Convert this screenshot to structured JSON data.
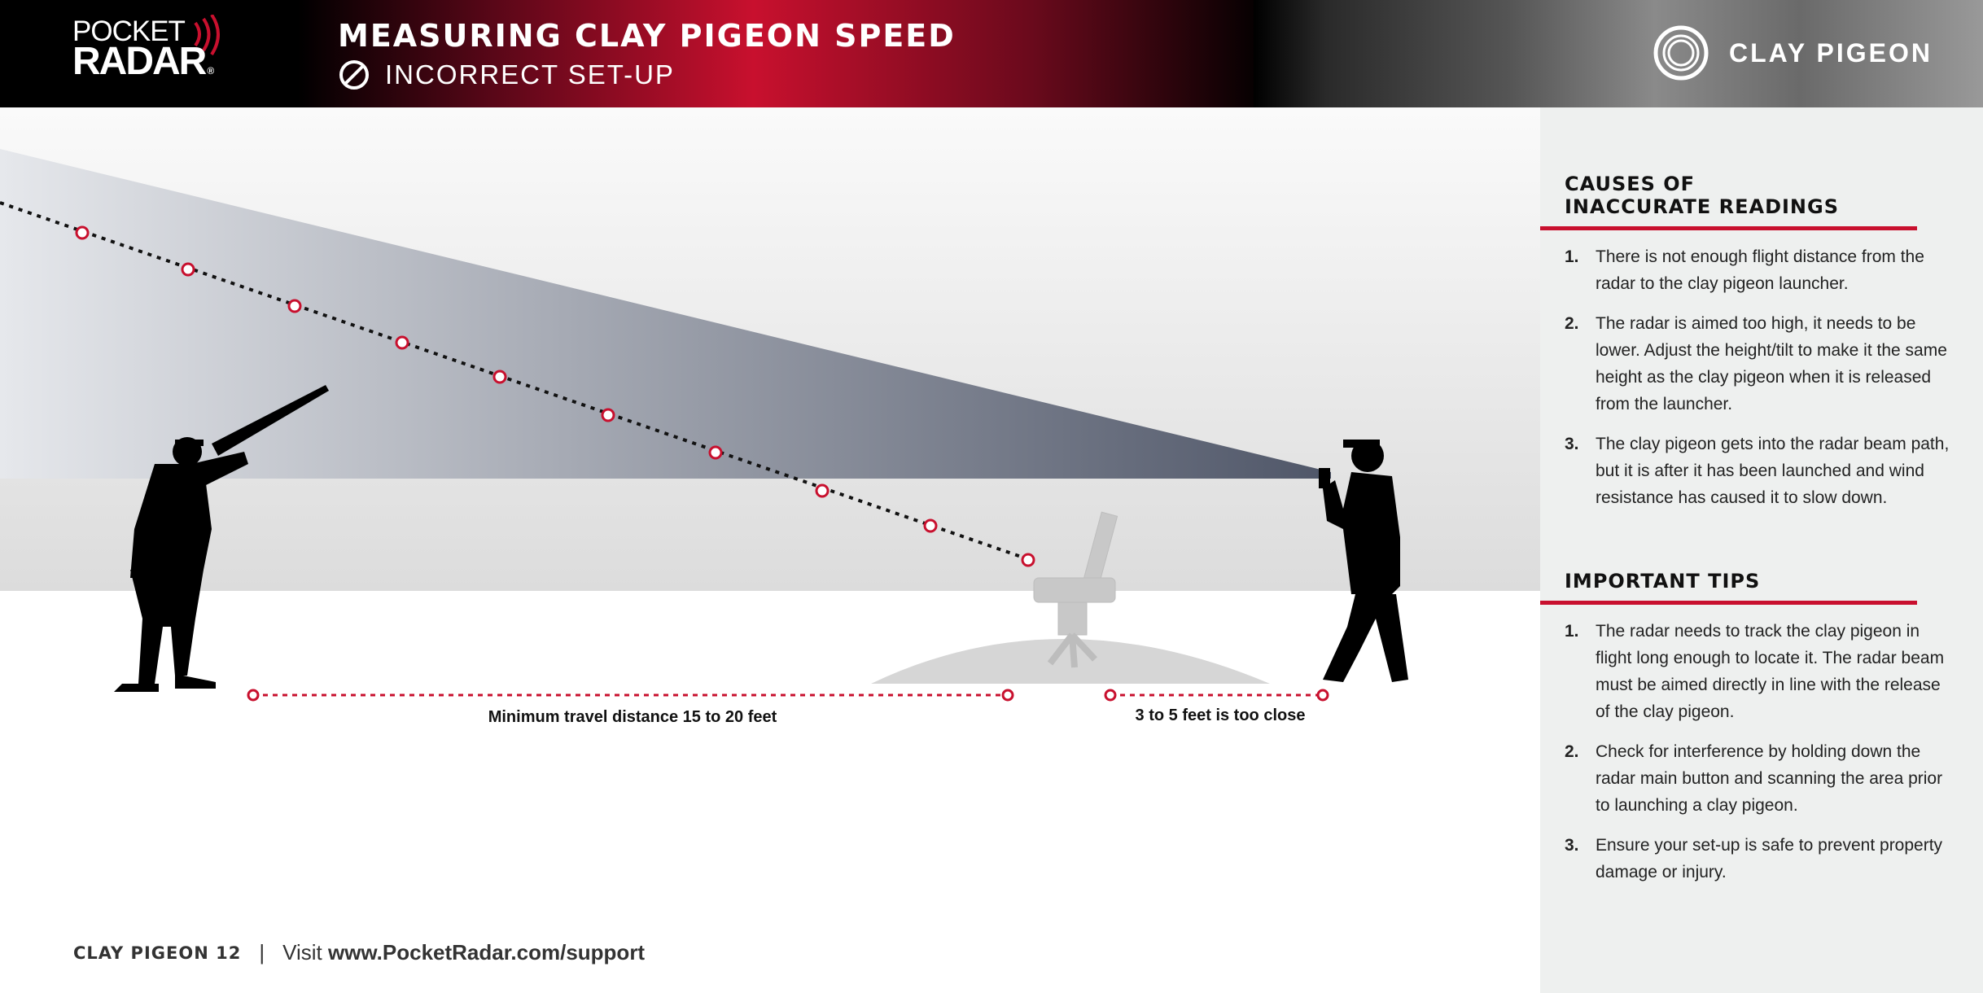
{
  "header": {
    "logo_top": "POCKET",
    "logo_bottom": "RADAR",
    "logo_reg": "®",
    "title": "MEASURING CLAY PIGEON SPEED",
    "subtitle": "INCORRECT SET-UP",
    "subtitle_icon": "prohibited-icon",
    "category": "CLAY PIGEON",
    "category_icon": "target-rings-icon"
  },
  "diagram": {
    "label_min_distance": "Minimum travel distance 15 to 20 feet",
    "label_too_close": "3 to 5 feet is too close"
  },
  "causes": {
    "heading_line1": "CAUSES OF",
    "heading_line2": "INACCURATE READINGS",
    "items": [
      {
        "num": "1.",
        "text": "There is not enough flight distance from the radar to the clay pigeon launcher."
      },
      {
        "num": "2.",
        "text": "The radar is aimed too high, it needs to be lower. Adjust the height/tilt to make it the same height as the clay pigeon when it is released from the launcher."
      },
      {
        "num": "3.",
        "text": "The clay pigeon gets into the radar beam path, but it is after it has been launched and wind resistance has caused it to slow down."
      }
    ]
  },
  "tips": {
    "heading": "IMPORTANT TIPS",
    "items": [
      {
        "num": "1.",
        "text": "The radar needs to track the clay pigeon in flight long enough to locate it. The radar beam must be aimed directly in line with the release of the clay pigeon."
      },
      {
        "num": "2.",
        "text": "Check for interference by holding down the radar main button and scanning the area prior to launching a clay pigeon."
      },
      {
        "num": "3.",
        "text": "Ensure your set-up is safe to prevent property damage or injury."
      }
    ]
  },
  "footer": {
    "page": "CLAY PIGEON 12",
    "separator": "|",
    "visit": "Visit",
    "url": "www.PocketRadar.com/support"
  },
  "colors": {
    "accent": "#c8102e",
    "panel": "#eef0ef",
    "beam": "#555d6e"
  }
}
